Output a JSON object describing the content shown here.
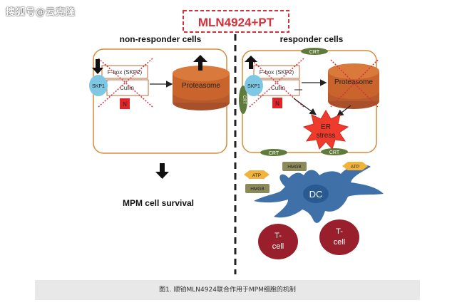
{
  "watermark": "搜狐号@云克隆",
  "title": "MLN4924+PT",
  "left_panel": {
    "heading": "non-responder cells",
    "fbox": "F-box (SKP2)",
    "skp1": "SKP1",
    "cullin": "Cullin",
    "n": "N",
    "proteasome": "Proteasome",
    "outcome": "MPM cell survival"
  },
  "right_panel": {
    "heading": "responder cells",
    "fbox": "F-box (SKP2)",
    "skp1": "SKP1",
    "cullin": "Cullin",
    "n": "N",
    "proteasome": "Proteasome",
    "crt": "CRT",
    "er_stress_line1": "ER",
    "er_stress_line2": "stress",
    "atp": "ATP",
    "hmgb": "HMGB",
    "dc": "DC",
    "tcell_line1": "T-",
    "tcell_line2": "cell"
  },
  "caption": "图1. 顺铂MLN4924联合作用于MPM细胞的机制",
  "colors": {
    "title_red": "#d6303a",
    "panel_border": "#d98a3a",
    "proteasome": "#c8642c",
    "skp1_blue": "#7ec8e3",
    "crt_green": "#5f7a3a",
    "er_red": "#ef3b2c",
    "dc_blue": "#3f71a8",
    "tcell_red": "#9a1f2c",
    "atp_yellow": "#f2b33d",
    "hmgb_olive": "#8c8a5a"
  }
}
